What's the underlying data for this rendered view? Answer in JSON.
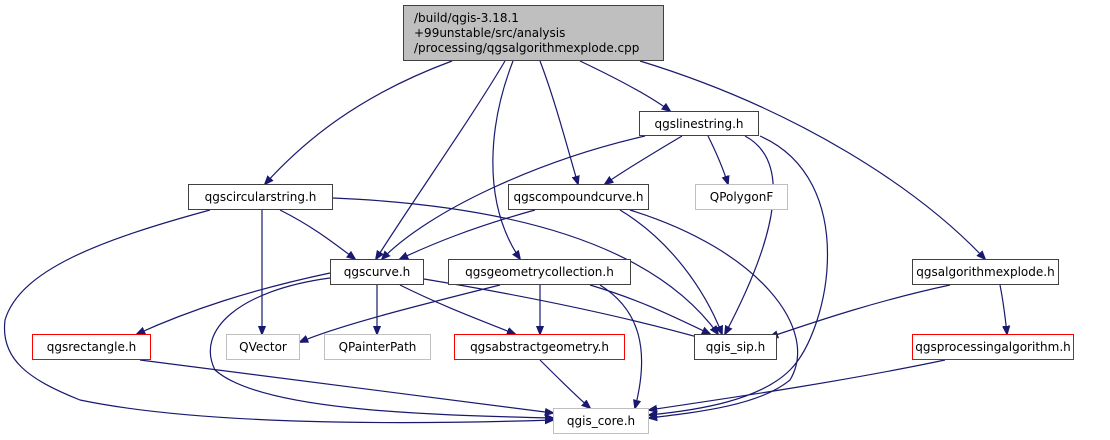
{
  "diagram": {
    "type": "include-dependency-graph",
    "edge_color": "#191970",
    "root": {
      "id": "root",
      "lines": [
        "/build/qgis-3.18.1",
        "+99unstable/src/analysis",
        "/processing/qgsalgorithmexplode.cpp"
      ],
      "fill": "#bfbfbf"
    },
    "nodes": [
      {
        "id": "linestring",
        "label": "qgslinestring.h",
        "style": "normal"
      },
      {
        "id": "circularstring",
        "label": "qgscircularstring.h",
        "style": "normal"
      },
      {
        "id": "compoundcurve",
        "label": "qgscompoundcurve.h",
        "style": "normal"
      },
      {
        "id": "qpolygonf",
        "label": "QPolygonF",
        "style": "external"
      },
      {
        "id": "curve",
        "label": "qgscurve.h",
        "style": "normal"
      },
      {
        "id": "geometrycollection",
        "label": "qgsgeometrycollection.h",
        "style": "normal"
      },
      {
        "id": "algorithmexplode",
        "label": "qgsalgorithmexplode.h",
        "style": "normal"
      },
      {
        "id": "rectangle",
        "label": "qgsrectangle.h",
        "style": "incomplete"
      },
      {
        "id": "qvector",
        "label": "QVector",
        "style": "external"
      },
      {
        "id": "qpainterpath",
        "label": "QPainterPath",
        "style": "external"
      },
      {
        "id": "abstractgeometry",
        "label": "qgsabstractgeometry.h",
        "style": "incomplete"
      },
      {
        "id": "sip",
        "label": "qgis_sip.h",
        "style": "normal"
      },
      {
        "id": "processingalgorithm",
        "label": "qgsprocessingalgorithm.h",
        "style": "incomplete"
      },
      {
        "id": "core",
        "label": "qgis_core.h",
        "style": "external"
      }
    ],
    "edges": [
      [
        "root",
        "circularstring"
      ],
      [
        "root",
        "curve"
      ],
      [
        "root",
        "geometrycollection"
      ],
      [
        "root",
        "compoundcurve"
      ],
      [
        "root",
        "linestring"
      ],
      [
        "root",
        "algorithmexplode"
      ],
      [
        "linestring",
        "curve"
      ],
      [
        "linestring",
        "compoundcurve"
      ],
      [
        "linestring",
        "qpolygonf"
      ],
      [
        "linestring",
        "sip"
      ],
      [
        "linestring",
        "core"
      ],
      [
        "circularstring",
        "curve"
      ],
      [
        "circularstring",
        "qvector"
      ],
      [
        "circularstring",
        "sip"
      ],
      [
        "circularstring",
        "core"
      ],
      [
        "compoundcurve",
        "curve"
      ],
      [
        "compoundcurve",
        "sip"
      ],
      [
        "compoundcurve",
        "core"
      ],
      [
        "curve",
        "rectangle"
      ],
      [
        "curve",
        "qvector"
      ],
      [
        "curve",
        "qpainterpath"
      ],
      [
        "curve",
        "abstractgeometry"
      ],
      [
        "curve",
        "sip"
      ],
      [
        "curve",
        "core"
      ],
      [
        "geometrycollection",
        "qvector"
      ],
      [
        "geometrycollection",
        "abstractgeometry"
      ],
      [
        "geometrycollection",
        "sip"
      ],
      [
        "geometrycollection",
        "core"
      ],
      [
        "algorithmexplode",
        "sip"
      ],
      [
        "algorithmexplode",
        "processingalgorithm"
      ],
      [
        "rectangle",
        "core"
      ],
      [
        "abstractgeometry",
        "core"
      ],
      [
        "processingalgorithm",
        "core"
      ]
    ]
  }
}
